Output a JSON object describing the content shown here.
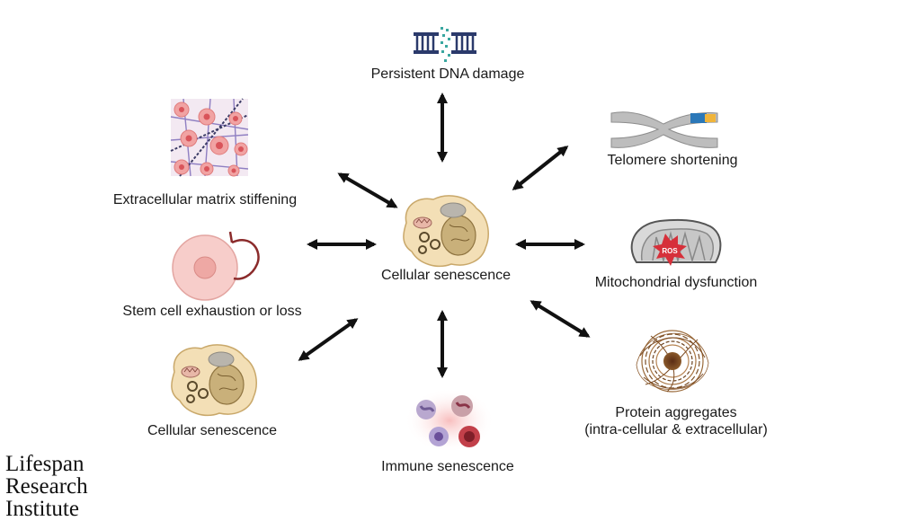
{
  "center": {
    "label": "Cellular senescence"
  },
  "nodes": {
    "dna": {
      "label": "Persistent DNA damage"
    },
    "telomere": {
      "label": "Telomere shortening"
    },
    "mito": {
      "label": "Mitochondrial dysfunction",
      "badge": "ROS"
    },
    "protein": {
      "line1": "Protein aggregates",
      "line2": "(intra-cellular & extracellular)"
    },
    "immune": {
      "label": "Immune senescence"
    },
    "senescence": {
      "label": "Cellular senescence"
    },
    "stem": {
      "label": "Stem cell exhaustion or loss"
    },
    "ecm": {
      "label": "Extracellular matrix stiffening"
    }
  },
  "logo": {
    "line1": "Lifespan",
    "line2": "Research",
    "line3": "Institute"
  },
  "colors": {
    "arrow": "#111111",
    "cell_fill": "#f3dfb6",
    "cell_stroke": "#c9a86a",
    "stem_fill": "#f5c7c4",
    "ros": "#d6303a",
    "protein": "#8a5a2b"
  }
}
